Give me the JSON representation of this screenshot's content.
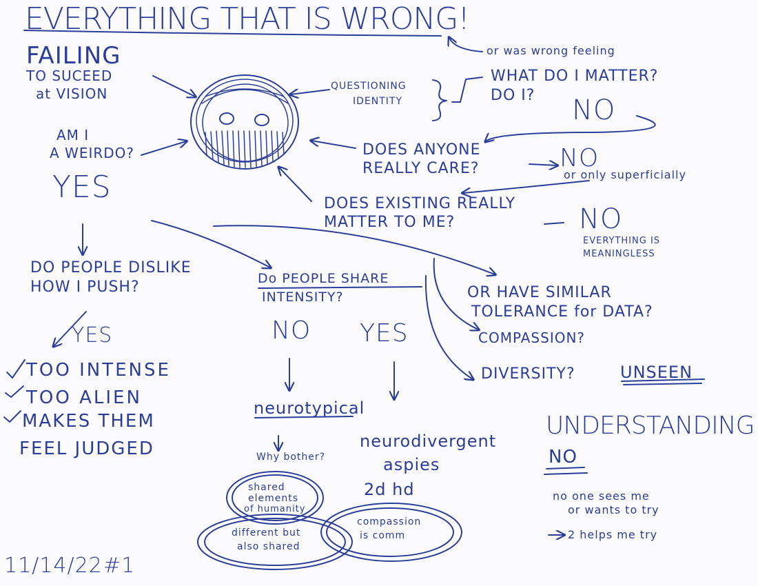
{
  "title": "EVERYTHING THAT IS WRONG!",
  "title_note": "or was wrong feeling",
  "left": {
    "failing_1": "FAILING",
    "failing_2": "TO SUCEED",
    "failing_3": "at VISION",
    "weirdo_1": "AM I",
    "weirdo_2": "A WEIRDO?",
    "weirdo_answer": "YES"
  },
  "right": {
    "identity_1": "QUESTIONING",
    "identity_2": "IDENTITY",
    "matter_1": "WHAT DO I MATTER?",
    "matter_2": "DO I?",
    "matter_answer": "NO",
    "care_1": "DOES ANYONE",
    "care_2": "REALLY CARE?",
    "care_answer": "NO",
    "care_note": "or only superficially",
    "exist_1": "DOES EXISTING REALLY",
    "exist_2": "MATTER TO ME?",
    "exist_answer": "NO",
    "exist_note_1": "EVERYTHING IS",
    "exist_note_2": "MEANINGLESS"
  },
  "dislike": {
    "q1": "DO PEOPLE DISLIKE",
    "q2": "HOW I PUSH?",
    "answer": "YES",
    "r1": "TOO INTENSE",
    "r2": "TOO ALIEN",
    "r3": "MAKES THEM",
    "r4": "FEEL JUDGED"
  },
  "intensity": {
    "q1": "Do PEOPLE SHARE",
    "q2": "INTENSITY?",
    "no": "NO",
    "yes": "YES",
    "neurotypical": "neurotypical",
    "why": "Why bother?",
    "neurodivergent": "neurodivergent",
    "aspies": "aspies",
    "second": "2d hd",
    "bubble1_1": "shared",
    "bubble1_2": "elements",
    "bubble1_3": "of humanity",
    "bubble2_1": "different but",
    "bubble2_2": "also shared",
    "bubble3_1": "compassion",
    "bubble3_2": "is comm"
  },
  "tolerance": {
    "q1": "OR HAVE SIMILAR",
    "q2": "TOLERANCE for DATA?",
    "compassion": "COMPASSION?",
    "diversity": "DIVERSITY?",
    "unseen": "UNSEEN",
    "understanding": "UNDERSTANDING",
    "no": "NO",
    "note1a": "no one sees me",
    "note1b": "or wants to try",
    "note2": "2 helps me try"
  },
  "date": "11/14/22",
  "number": "#1",
  "colors": {
    "ink": "#2b3d9a",
    "paper": "#fbfbfd"
  }
}
